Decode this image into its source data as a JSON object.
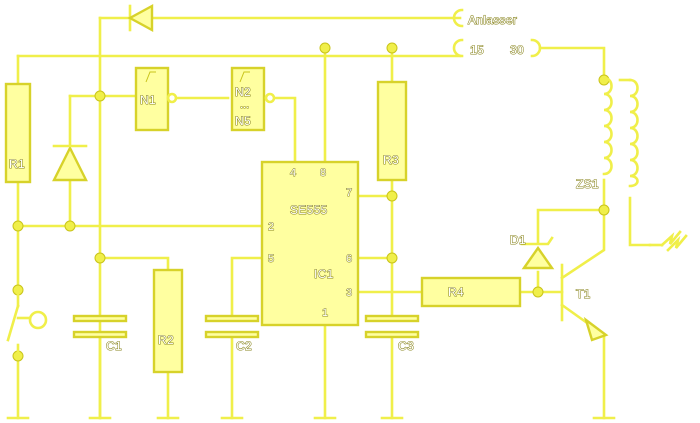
{
  "terminals": {
    "anlasser": "Anlasser",
    "t15": "15",
    "t30": "30"
  },
  "labels": {
    "r1": "R1",
    "r2": "R2",
    "r3": "R3",
    "r4": "R4",
    "c1": "C1",
    "c2": "C2",
    "c3": "C3",
    "n1": "N1",
    "n2": "N2",
    "n5": "N5",
    "n_dots": "...",
    "ic_type": "SE555",
    "ic_name": "IC1",
    "d1": "D1",
    "t1": "T1",
    "zs1": "ZS1"
  },
  "pins": {
    "p4": "4",
    "p8": "8",
    "p7": "7",
    "p2": "2",
    "p6": "6",
    "p5": "5",
    "p3": "3",
    "p1": "1"
  },
  "colors": {
    "wire": "#f0ef4a",
    "fill": "#ffffa0"
  }
}
